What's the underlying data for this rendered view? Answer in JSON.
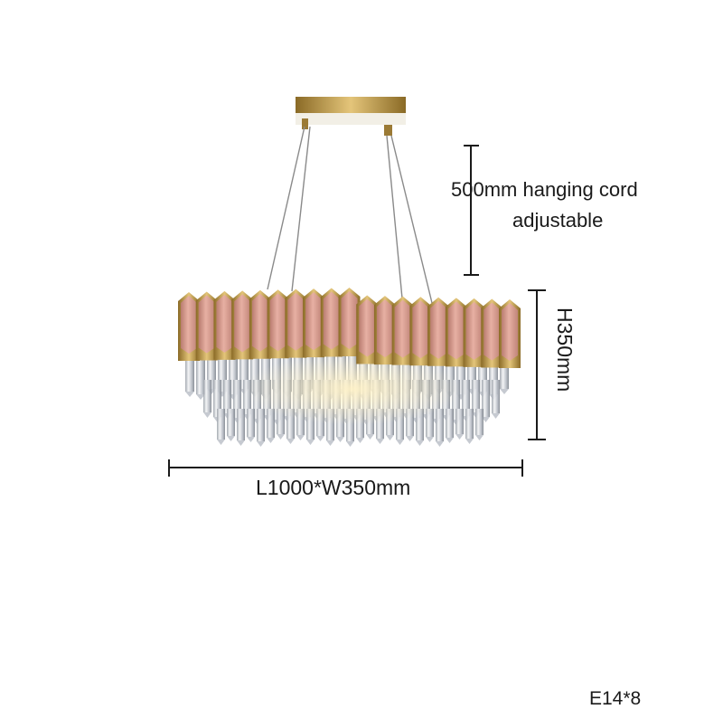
{
  "annotations": {
    "cord_line1": "500mm hanging cord",
    "cord_line2": "adjustable",
    "length_width": "L1000*W350mm",
    "height": "H350mm",
    "bulb_spec": "E14*8"
  },
  "product": {
    "name_icon": "crystal-chandelier-illustration",
    "colors": {
      "canopy_gold": "#c9a24f",
      "rose_panel": "#d79a8c",
      "gold_trim": "#b8953f",
      "crystal": "#d8dbe0",
      "dimension_line": "#1a1a1a"
    }
  }
}
